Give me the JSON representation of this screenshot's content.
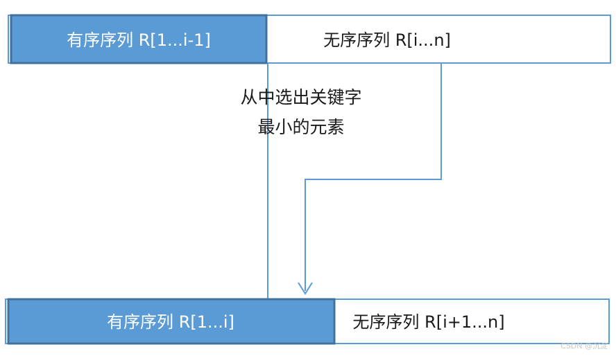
{
  "colors": {
    "sorted_fill": "#5b9bd5",
    "sorted_border": "#41719c",
    "unsorted_fill": "#ffffff",
    "line": "#5b9bd5",
    "sorted_text": "#ffffff",
    "unsorted_text": "#1a1a1a"
  },
  "top_bar": {
    "sorted_label": "有序序列 R[1...i-1]",
    "unsorted_label": "无序序列 R[i...n]"
  },
  "caption": {
    "line1": "从中选出关键字",
    "line2": "最小的元素"
  },
  "bottom_bar": {
    "sorted_label": "有序序列 R[1...i]",
    "unsorted_label": "无序序列 R[i+1...n]"
  },
  "watermark": "CSDN @沉淀"
}
